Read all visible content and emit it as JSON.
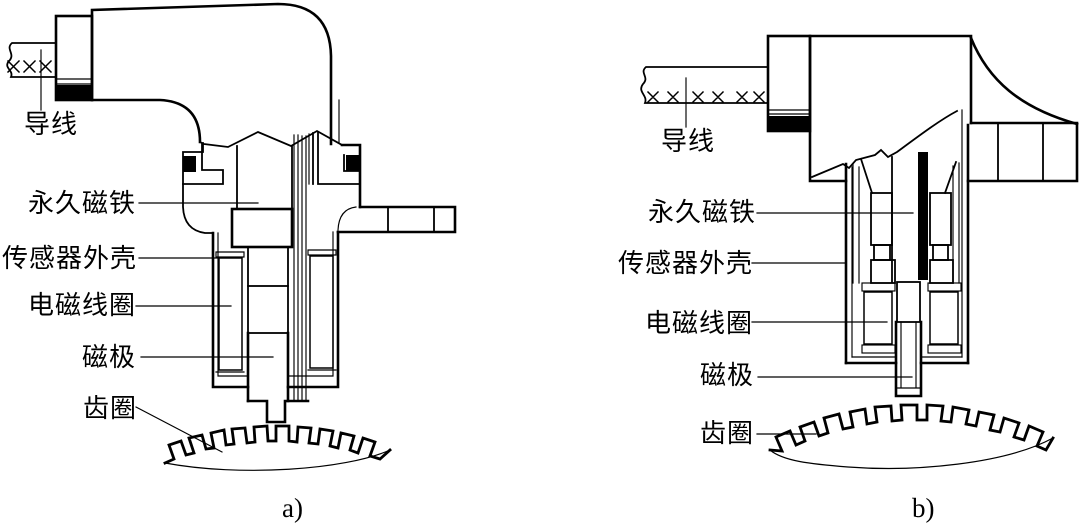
{
  "figure": {
    "description": "Cross-section diagrams of two electromagnetic wheel speed sensors above toothed rings",
    "colors": {
      "background": "#ffffff",
      "line": "#000000"
    }
  },
  "diagram_a": {
    "caption": "a)",
    "labels": {
      "lead_wire": "导线",
      "permanent_magnet": "永久磁铁",
      "sensor_housing": "传感器外壳",
      "electromagnetic_coil": "电磁线圈",
      "magnetic_pole": "磁极",
      "gear_ring": "齿圈"
    }
  },
  "diagram_b": {
    "caption": "b)",
    "labels": {
      "lead_wire": "导线",
      "permanent_magnet": "永久磁铁",
      "sensor_housing": "传感器外壳",
      "electromagnetic_coil": "电磁线圈",
      "magnetic_pole": "磁极",
      "gear_ring": "齿圈"
    }
  }
}
